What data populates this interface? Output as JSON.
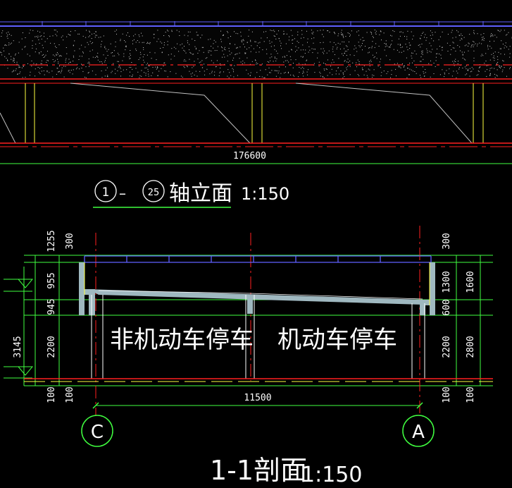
{
  "elevation": {
    "dimension_total": "176600",
    "axis_start": "1",
    "axis_separator": "–",
    "axis_end": "25",
    "title": "轴立面",
    "scale": "1:150"
  },
  "section": {
    "left_dims": [
      "1255",
      "955",
      "945",
      "2200",
      "100"
    ],
    "left_inner_dims": [
      "300",
      "100"
    ],
    "left_total": "3145",
    "right_inner_dims": [
      "300",
      "1300",
      "600",
      "2200",
      "100"
    ],
    "right_outer_dims": [
      "1600",
      "2800",
      "100"
    ],
    "bottom_dim": "11500",
    "room_left": "非机动车停车",
    "room_right": "机动车停车",
    "axis_left": "C",
    "axis_right": "A",
    "title": "1-1剖面",
    "scale": "1:150"
  },
  "colors": {
    "background": "#000000",
    "red": "#ff2020",
    "yellow": "#ffff40",
    "blue": "#6060ff",
    "green": "#40ff40",
    "gray": "#a0a0a0",
    "white": "#ffffff",
    "cyan_fill": "#9fb8c0"
  }
}
